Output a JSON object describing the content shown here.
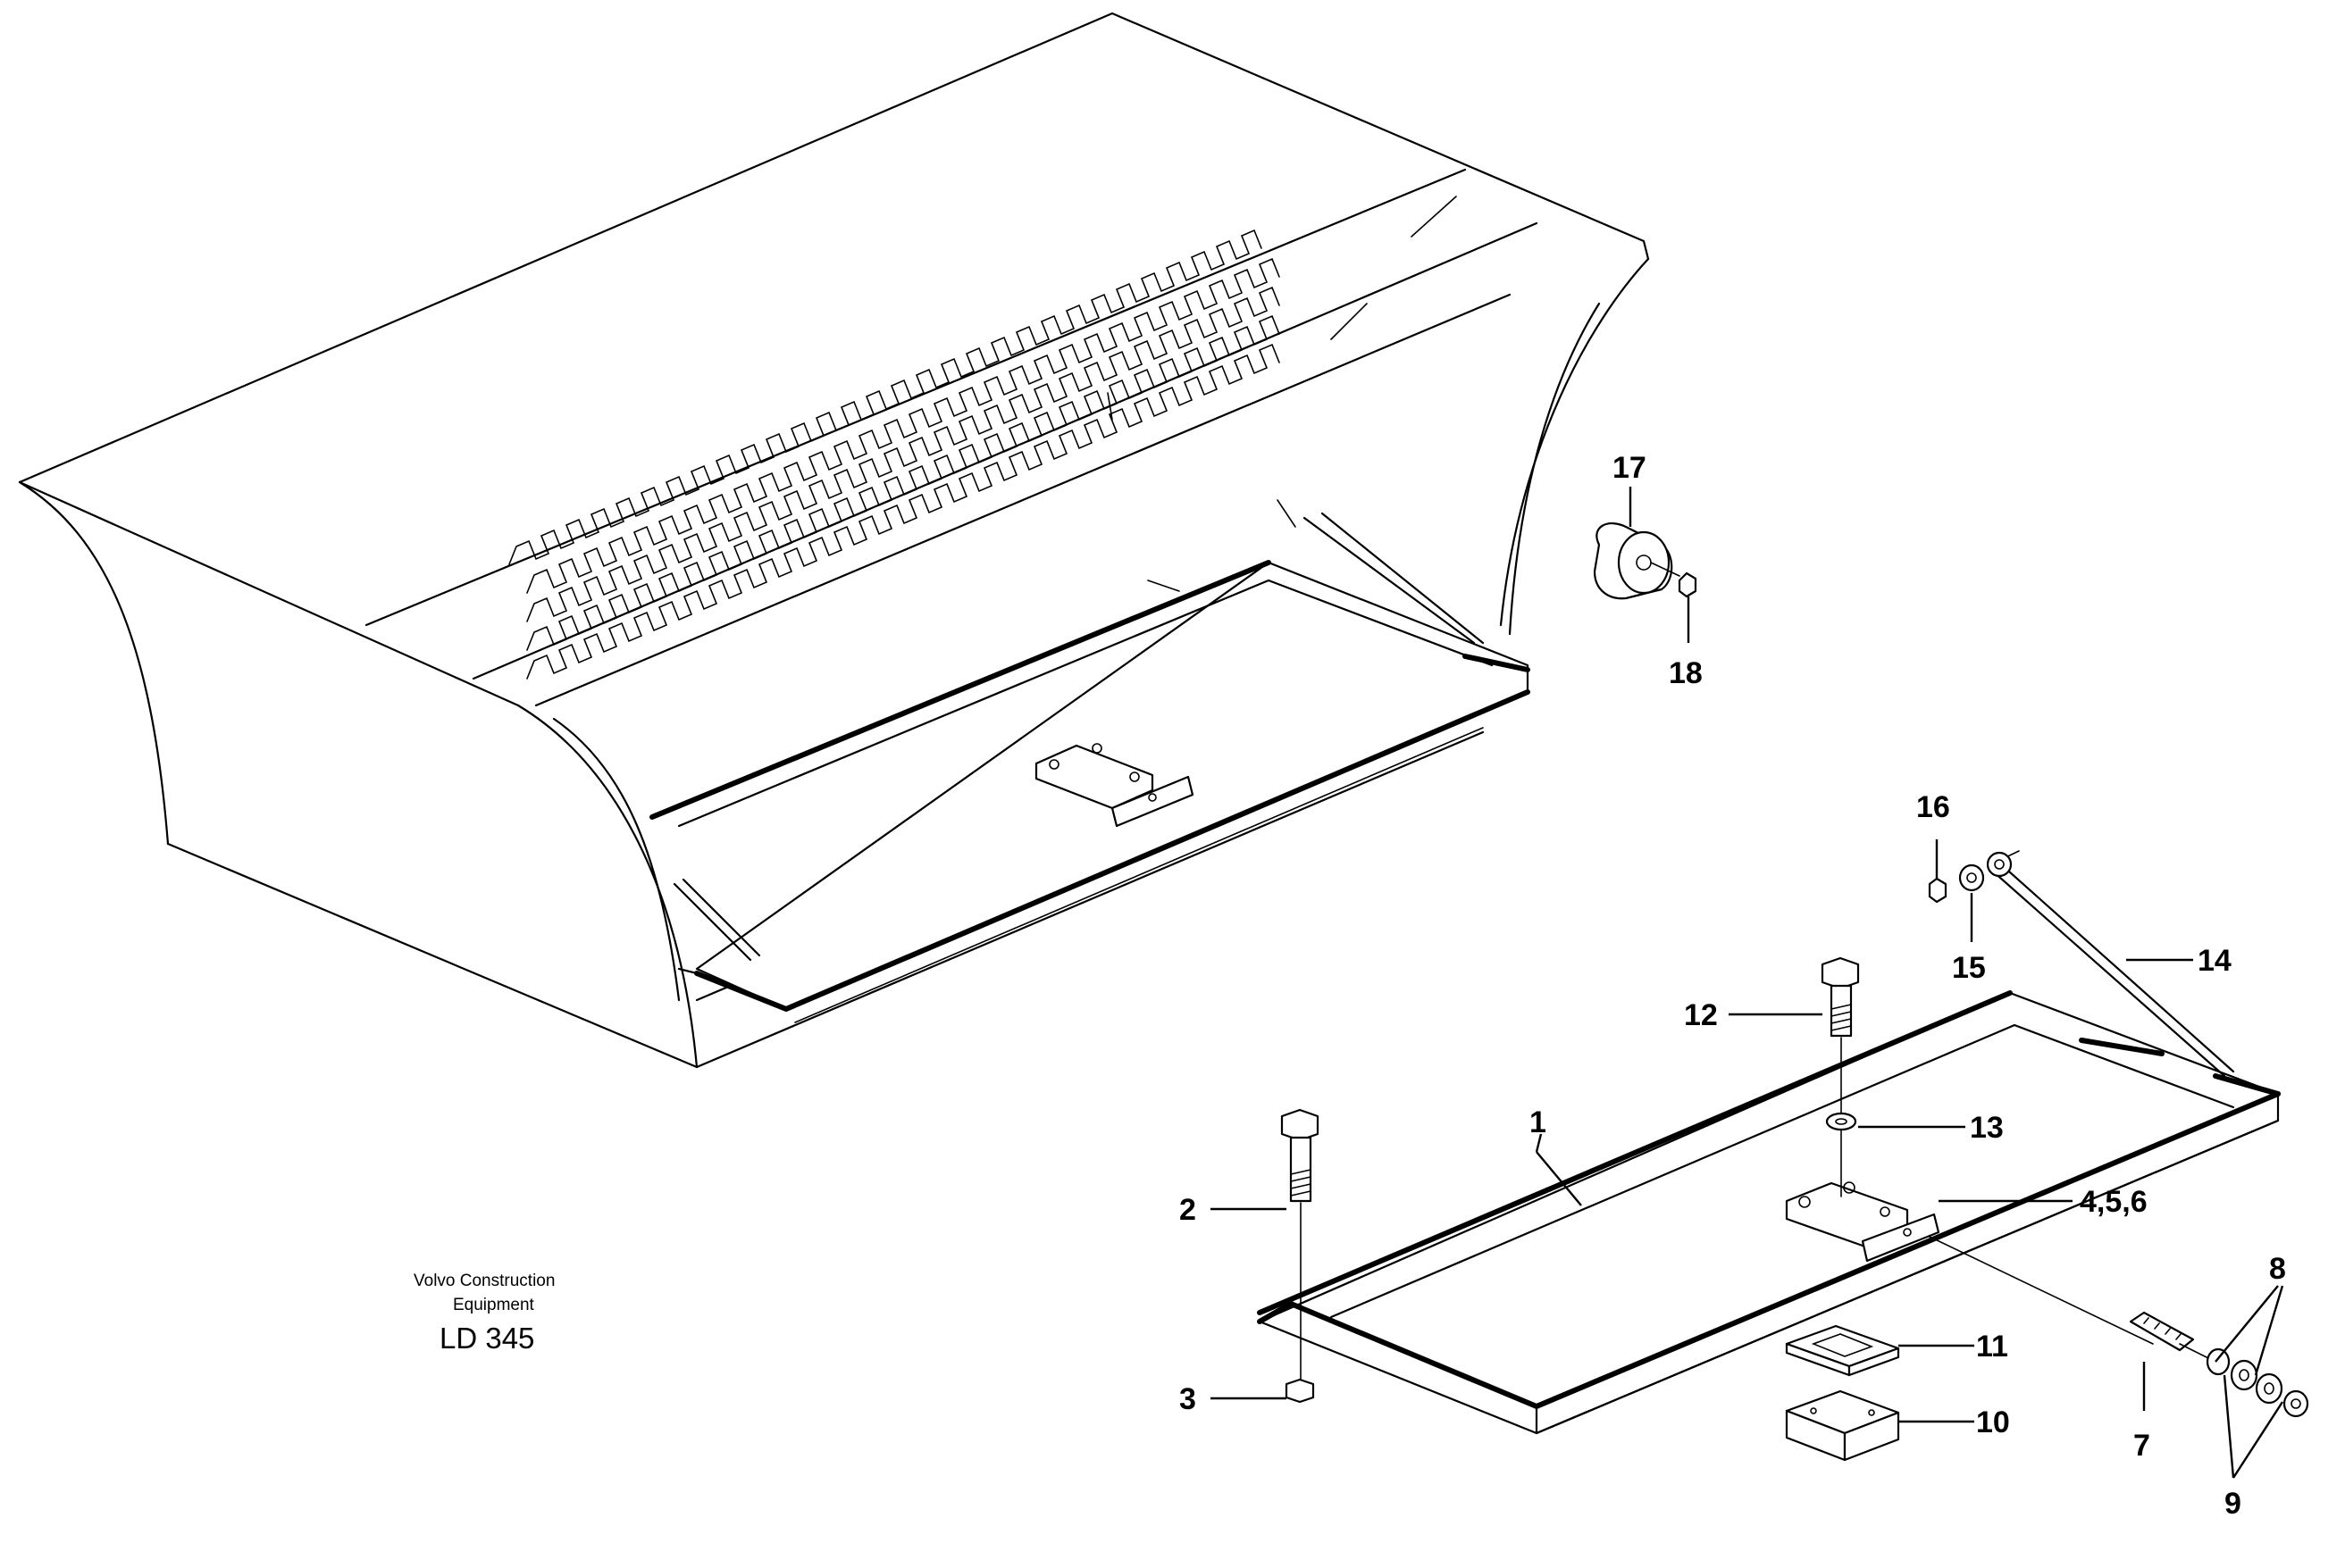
{
  "figure_code": "LD 345",
  "credit": {
    "line1": "Volvo Construction",
    "line2": "Equipment"
  },
  "callouts": {
    "c1": "1",
    "c2": "2",
    "c3": "3",
    "c456": "4,5,6",
    "c7": "7",
    "c8": "8",
    "c9": "9",
    "c10": "10",
    "c11": "11",
    "c12": "12",
    "c13": "13",
    "c14": "14",
    "c15": "15",
    "c16": "16",
    "c17": "17",
    "c18": "18"
  }
}
